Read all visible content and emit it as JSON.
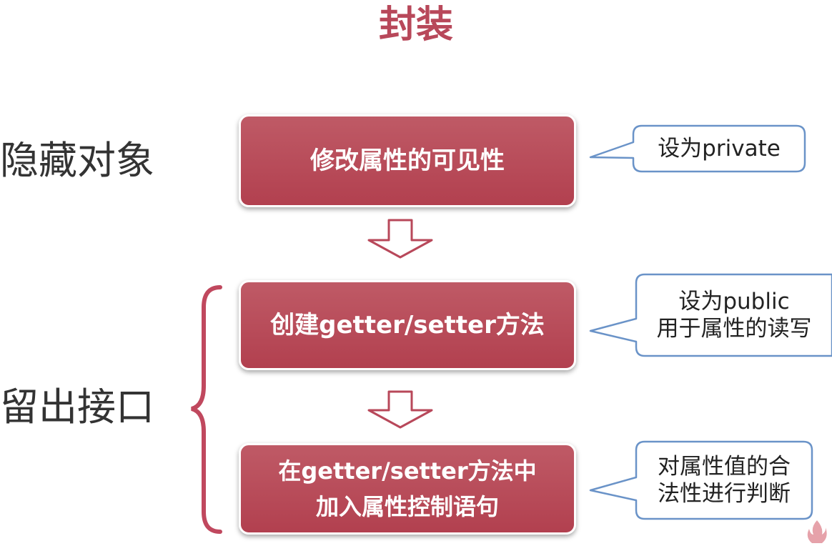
{
  "title": "封装",
  "side_labels": {
    "hide": "隐藏对象",
    "expose": "留出接口"
  },
  "steps": [
    {
      "lines": [
        "修改属性的可见性"
      ]
    },
    {
      "lines": [
        "创建getter/setter方法"
      ]
    },
    {
      "lines": [
        "在getter/setter方法中",
        "加入属性控制语句"
      ]
    }
  ],
  "callouts": [
    {
      "lines": [
        "设为private"
      ]
    },
    {
      "lines": [
        "设为public",
        "用于属性的读写"
      ]
    },
    {
      "lines": [
        "对属性值的合",
        "法性进行判断"
      ]
    }
  ],
  "colors": {
    "title": "#b8485a",
    "box_fill": "#b94a58",
    "callout_border": "#6a93c8",
    "brace": "#c0485e",
    "arrow_stroke": "#b8485a"
  },
  "icons": {
    "down_arrow": "hollow-down-arrow",
    "brace": "left-curly-brace",
    "logo": "flame-logo"
  }
}
